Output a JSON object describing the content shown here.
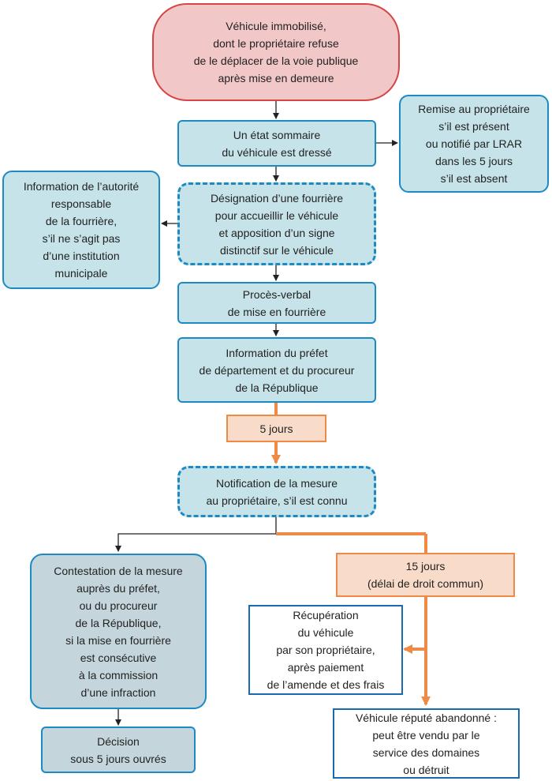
{
  "nodes": {
    "start": "Véhicule immobilisé,\ndont le propriétaire refuse\nde le déplacer de la voie publique\naprès mise en demeure",
    "etat": "Un état sommaire\ndu véhicule est dressé",
    "remise": "Remise au propriétaire\ns’il est présent\nou notifié par LRAR\ndans les 5 jours\ns’il est absent",
    "designation": "Désignation d’une fourrière\npour accueillir le véhicule\net apposition d’un signe\ndistinctif sur le véhicule",
    "information_autorite": "Information de l’autorité\nresponsable\nde la fourrière,\ns’il ne s’agit pas\nd’une institution\nmunicipale",
    "proces_verbal": "Procès-verbal\nde mise en fourrière",
    "information_prefet": "Information du préfet\nde département et du procureur\nde la République",
    "delai_5_jours": "5 jours",
    "notification": "Notification de la mesure\nau propriétaire, s’il est connu",
    "contestation": "Contestation de la mesure\nauprès du préfet,\nou du procureur\nde la République,\nsi la mise en fourrière\nest consécutive\nà la commission\nd’une infraction",
    "decision": "Décision\nsous 5 jours ouvrés",
    "delai_15_jours": "15 jours\n(délai de droit commun)",
    "recuperation": "Récupération\ndu véhicule\npar son propriétaire,\naprès paiement\nde l’amende et des frais",
    "abandonne": "Véhicule réputé abandonné :\npeut être vendu par le\nservice des domaines\nou détruit"
  },
  "colors": {
    "blue_border": "#1d8bc3",
    "blue_fill": "#c6e3e9",
    "red_border": "#d64545",
    "red_fill": "#f2c7c7",
    "orange_border": "#ee8a45",
    "orange_fill": "#f8dcc9",
    "grey_fill": "#c4d5dc",
    "white_box_border": "#1a6ab1",
    "arrow_black": "#222222"
  }
}
